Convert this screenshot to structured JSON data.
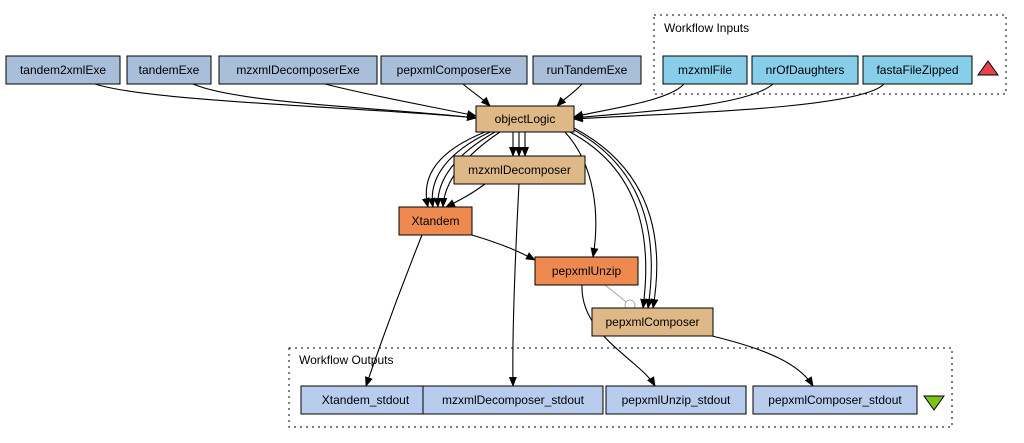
{
  "colors": {
    "param": "#a9bfd9",
    "input": "#87ceeb",
    "beanshell": "#deb887",
    "service": "#ee8a50",
    "output": "#b8cdee",
    "triangle_up": "#e8434a",
    "triangle_down": "#7cc414"
  },
  "clusters": {
    "inputs": {
      "label": "Workflow Inputs"
    },
    "outputs": {
      "label": "Workflow Outputs"
    }
  },
  "nodes": [
    {
      "id": "tandem2xmlExe",
      "label": "tandem2xmlExe",
      "kind": "param"
    },
    {
      "id": "tandemExe",
      "label": "tandemExe",
      "kind": "param"
    },
    {
      "id": "mzxmlDecomposerExe",
      "label": "mzxmlDecomposerExe",
      "kind": "param"
    },
    {
      "id": "pepxmlComposerExe",
      "label": "pepxmlComposerExe",
      "kind": "param"
    },
    {
      "id": "runTandemExe",
      "label": "runTandemExe",
      "kind": "param"
    },
    {
      "id": "mzxmlFile",
      "label": "mzxmlFile",
      "kind": "input"
    },
    {
      "id": "nrOfDaughters",
      "label": "nrOfDaughters",
      "kind": "input"
    },
    {
      "id": "fastaFileZipped",
      "label": "fastaFileZipped",
      "kind": "input"
    },
    {
      "id": "objectLogic",
      "label": "objectLogic",
      "kind": "beanshell"
    },
    {
      "id": "mzxmlDecomposer",
      "label": "mzxmlDecomposer",
      "kind": "beanshell"
    },
    {
      "id": "Xtandem",
      "label": "Xtandem",
      "kind": "service"
    },
    {
      "id": "pepxmlUnzip",
      "label": "pepxmlUnzip",
      "kind": "service"
    },
    {
      "id": "pepxmlComposer",
      "label": "pepxmlComposer",
      "kind": "beanshell"
    },
    {
      "id": "Xtandem_stdout",
      "label": "Xtandem_stdout",
      "kind": "output"
    },
    {
      "id": "mzxmlDecomposer_stdout",
      "label": "mzxmlDecomposer_stdout",
      "kind": "output"
    },
    {
      "id": "pepxmlUnzip_stdout",
      "label": "pepxmlUnzip_stdout",
      "kind": "output"
    },
    {
      "id": "pepxmlComposer_stdout",
      "label": "pepxmlComposer_stdout",
      "kind": "output"
    }
  ],
  "edges": [
    {
      "from": "tandem2xmlExe",
      "to": "objectLogic"
    },
    {
      "from": "tandemExe",
      "to": "objectLogic"
    },
    {
      "from": "mzxmlDecomposerExe",
      "to": "objectLogic"
    },
    {
      "from": "pepxmlComposerExe",
      "to": "objectLogic"
    },
    {
      "from": "runTandemExe",
      "to": "objectLogic"
    },
    {
      "from": "mzxmlFile",
      "to": "objectLogic"
    },
    {
      "from": "nrOfDaughters",
      "to": "objectLogic"
    },
    {
      "from": "fastaFileZipped",
      "to": "objectLogic"
    },
    {
      "from": "objectLogic",
      "to": "Xtandem",
      "count": 4
    },
    {
      "from": "objectLogic",
      "to": "mzxmlDecomposer",
      "count": 3
    },
    {
      "from": "objectLogic",
      "to": "pepxmlUnzip"
    },
    {
      "from": "objectLogic",
      "to": "pepxmlComposer",
      "count": 3
    },
    {
      "from": "mzxmlDecomposer",
      "to": "Xtandem"
    },
    {
      "from": "Xtandem",
      "to": "pepxmlUnzip"
    },
    {
      "from": "pepxmlUnzip",
      "to": "pepxmlComposer",
      "type": "control"
    },
    {
      "from": "Xtandem",
      "to": "Xtandem_stdout"
    },
    {
      "from": "mzxmlDecomposer",
      "to": "mzxmlDecomposer_stdout"
    },
    {
      "from": "pepxmlUnzip",
      "to": "pepxmlUnzip_stdout"
    },
    {
      "from": "pepxmlComposer",
      "to": "pepxmlComposer_stdout"
    }
  ]
}
